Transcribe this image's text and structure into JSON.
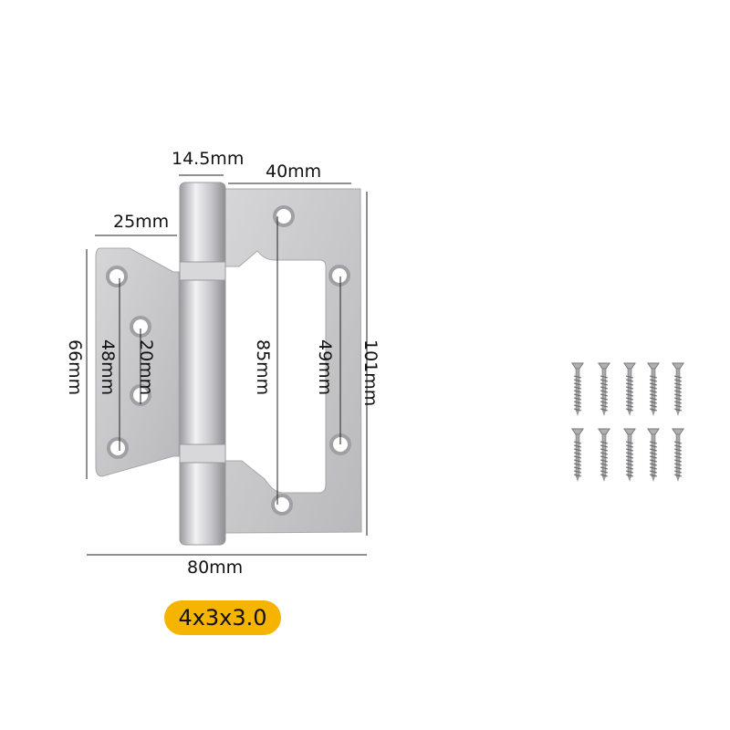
{
  "dimensions": {
    "barrel_width": "14.5mm",
    "right_leaf_width": "40mm",
    "left_leaf_width": "25mm",
    "left_leaf_height": "66mm",
    "left_hole_spacing_outer": "48mm",
    "left_hole_spacing_inner": "20mm",
    "right_hole_spacing_outer": "85mm",
    "right_hole_spacing_inner": "49mm",
    "total_height": "101mm",
    "total_width": "80mm"
  },
  "size_badge": "4x3x3.0",
  "colors": {
    "badge": "#f5b400",
    "metal": "#c8c8ca"
  },
  "screws_count": 10
}
